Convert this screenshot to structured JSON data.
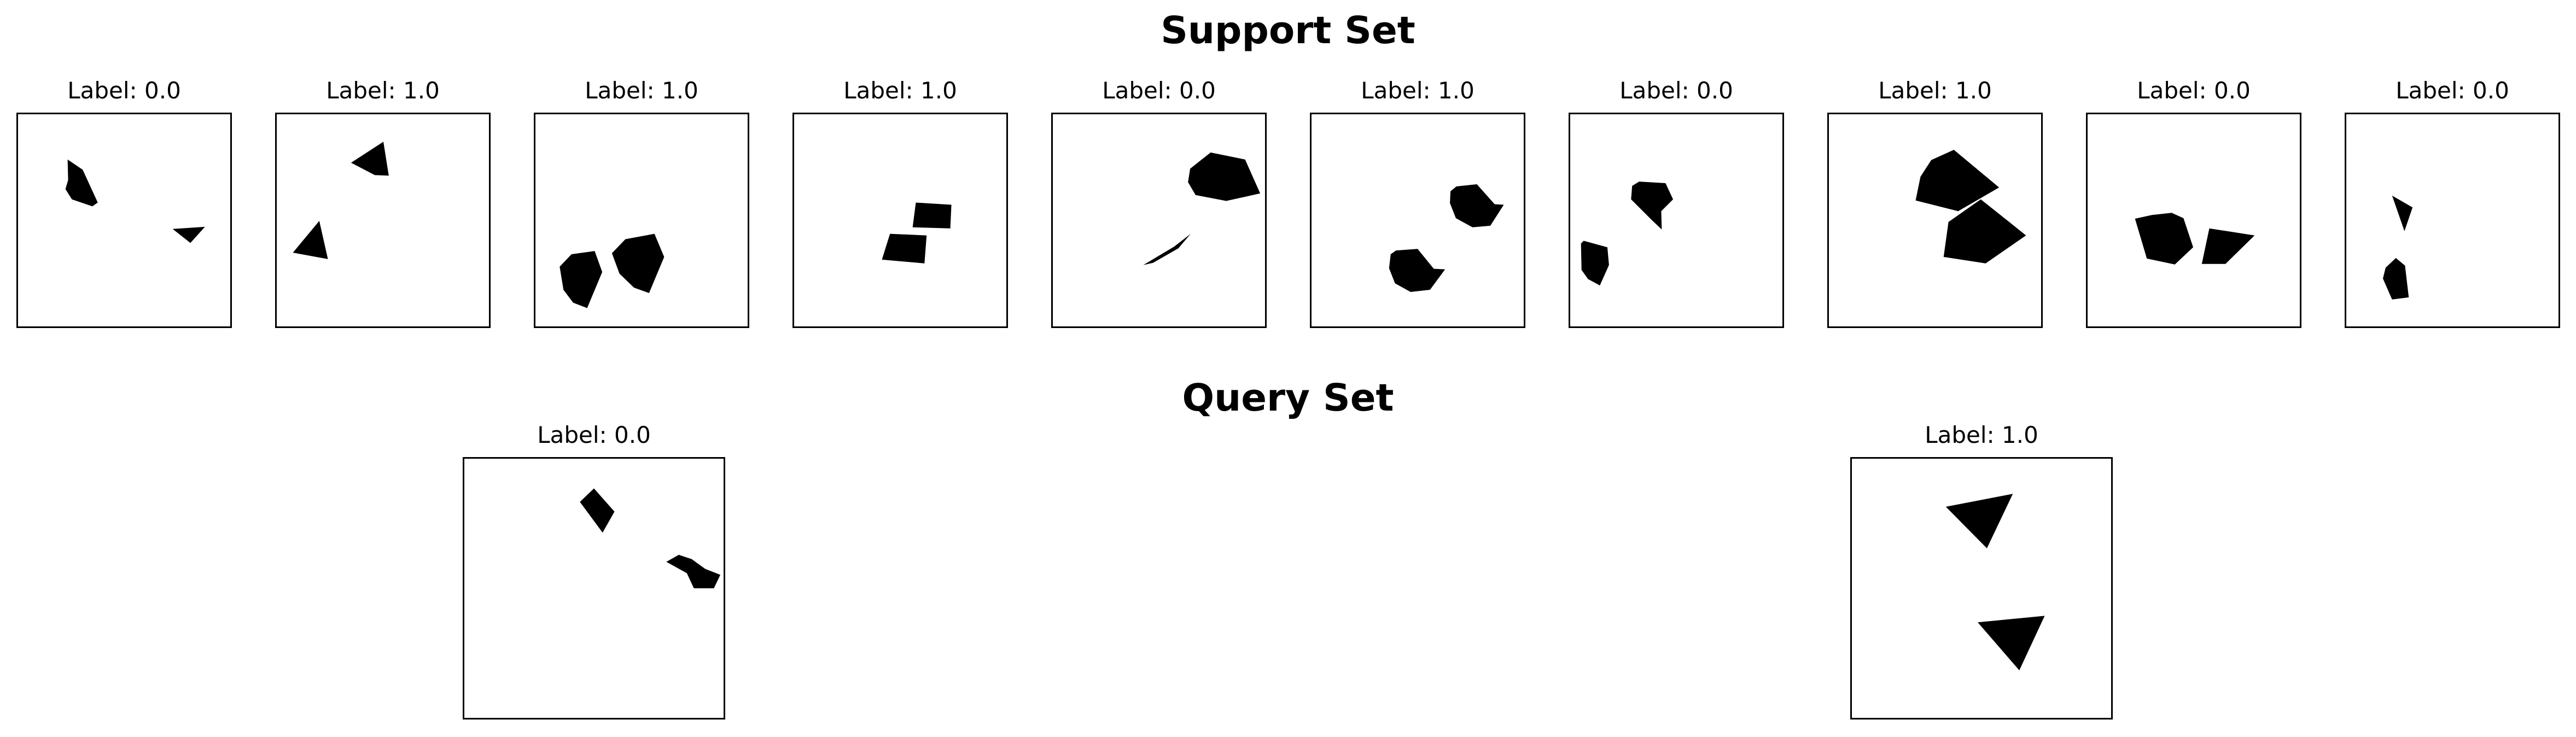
{
  "support": {
    "title": "Support Set",
    "panels": [
      {
        "label": "Label: 0.0"
      },
      {
        "label": "Label: 1.0"
      },
      {
        "label": "Label: 1.0"
      },
      {
        "label": "Label: 1.0"
      },
      {
        "label": "Label: 0.0"
      },
      {
        "label": "Label: 1.0"
      },
      {
        "label": "Label: 0.0"
      },
      {
        "label": "Label: 1.0"
      },
      {
        "label": "Label: 0.0"
      },
      {
        "label": "Label: 0.0"
      }
    ]
  },
  "query": {
    "title": "Query Set",
    "panels": [
      {
        "label": "Label: 0.0"
      },
      {
        "label": "Label: 1.0"
      }
    ]
  },
  "colors": {
    "shape_fill": "#000000",
    "background": "#ffffff",
    "frame": "#000000"
  }
}
